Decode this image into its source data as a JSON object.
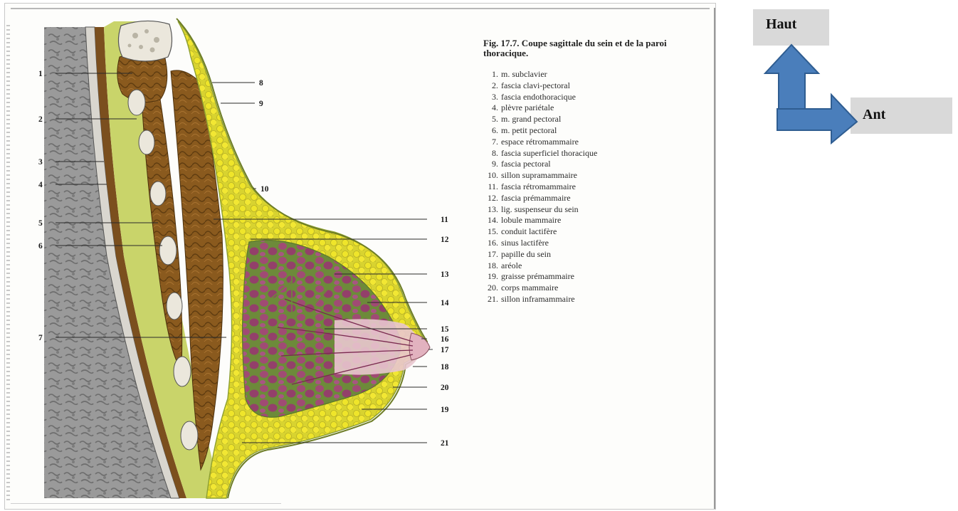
{
  "figure": {
    "title": "Fig. 17.7. Coupe sagittale du sein et de la paroi thoracique.",
    "legend": [
      {
        "num": "1.",
        "text": "m. subclavier"
      },
      {
        "num": "2.",
        "text": "fascia clavi-pectoral"
      },
      {
        "num": "3.",
        "text": "fascia endothoracique"
      },
      {
        "num": "4.",
        "text": "plèvre pariétale"
      },
      {
        "num": "5.",
        "text": "m. grand pectoral"
      },
      {
        "num": "6.",
        "text": "m. petit pectoral"
      },
      {
        "num": "7.",
        "text": "espace rétromammaire"
      },
      {
        "num": "8.",
        "text": "fascia superficiel thoracique"
      },
      {
        "num": "9.",
        "text": "fascia pectoral"
      },
      {
        "num": "10.",
        "text": "sillon supramammaire"
      },
      {
        "num": "11.",
        "text": "fascia rétromammaire"
      },
      {
        "num": "12.",
        "text": "fascia prémammaire"
      },
      {
        "num": "13.",
        "text": "lig. suspenseur du sein"
      },
      {
        "num": "14.",
        "text": "lobule mammaire"
      },
      {
        "num": "15.",
        "text": "conduit lactifère"
      },
      {
        "num": "16.",
        "text": "sinus lactifère"
      },
      {
        "num": "17.",
        "text": "papille du sein"
      },
      {
        "num": "18.",
        "text": "aréole"
      },
      {
        "num": "19.",
        "text": "graisse prémammaire"
      },
      {
        "num": "20.",
        "text": "corps mammaire"
      },
      {
        "num": "21.",
        "text": "sillon inframammaire"
      }
    ],
    "callouts": {
      "left": [
        "1",
        "2",
        "3",
        "4",
        "5",
        "6",
        "7"
      ],
      "right": [
        "8",
        "9",
        "10",
        "11",
        "12",
        "13",
        "14",
        "15",
        "16",
        "17",
        "18",
        "20",
        "19",
        "21"
      ]
    }
  },
  "orientation": {
    "up_label": "Haut",
    "anterior_label": "Ant",
    "arrow_color": "#4a7ebb",
    "arrow_stroke": "#2f5d91",
    "box_color": "#d9d9d9"
  },
  "colors": {
    "muscle": "#8a5a1e",
    "fat": "#e8de2a",
    "fascia": "#c9d46a",
    "gland": "#9c4a6e",
    "areola": "#e9c6cf",
    "rib": "#e8e4da",
    "lung": "#8e8e8e"
  }
}
